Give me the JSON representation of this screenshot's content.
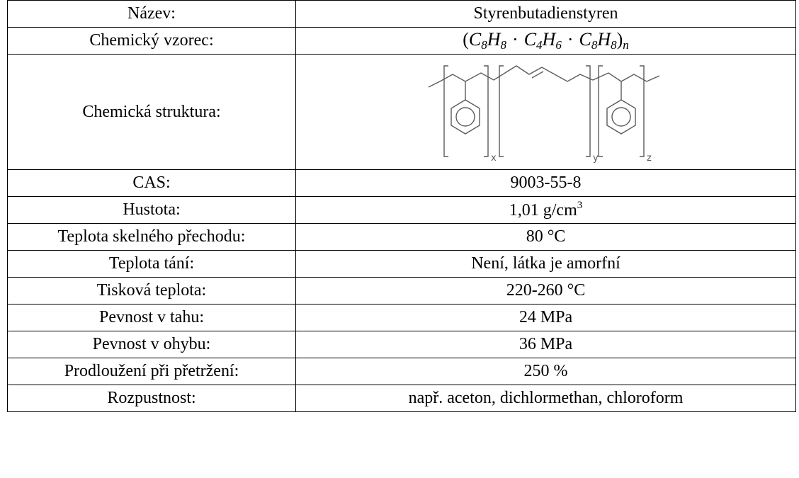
{
  "table": {
    "rows": [
      {
        "label": "Název:",
        "value": "Styrenbutadienstyren"
      },
      {
        "label": "Chemický vzorec:"
      },
      {
        "label": "Chemická struktura:"
      },
      {
        "label": "CAS:",
        "value": "9003-55-8"
      },
      {
        "label": "Hustota:",
        "value": "1,01 g/cm",
        "value_sup": "3"
      },
      {
        "label": "Teplota skelného přechodu:",
        "value": "80 °C"
      },
      {
        "label": "Teplota tání:",
        "value": "Není, látka je amorfní"
      },
      {
        "label": "Tisková teplota:",
        "value": "220-260 °C"
      },
      {
        "label": "Pevnost v tahu:",
        "value": "24 MPa"
      },
      {
        "label": "Pevnost v ohybu:",
        "value": "36 MPa"
      },
      {
        "label": "Prodloužení při přetržení:",
        "value": "250 %"
      },
      {
        "label": "Rozpustnost:",
        "value": "např. aceton, dichlormethan, chloroform"
      }
    ]
  },
  "formula": {
    "open": "(",
    "close": ")",
    "t1": "C",
    "s1": "8",
    "t2": "H",
    "s2": "8",
    "dot1": "·",
    "t3": "C",
    "s3": "4",
    "t4": "H",
    "s4": "6",
    "dot2": "·",
    "t5": "C",
    "s5": "8",
    "t6": "H",
    "s6": "8",
    "tail": "n"
  },
  "structure": {
    "subscripts": [
      "x",
      "y",
      "z"
    ]
  }
}
